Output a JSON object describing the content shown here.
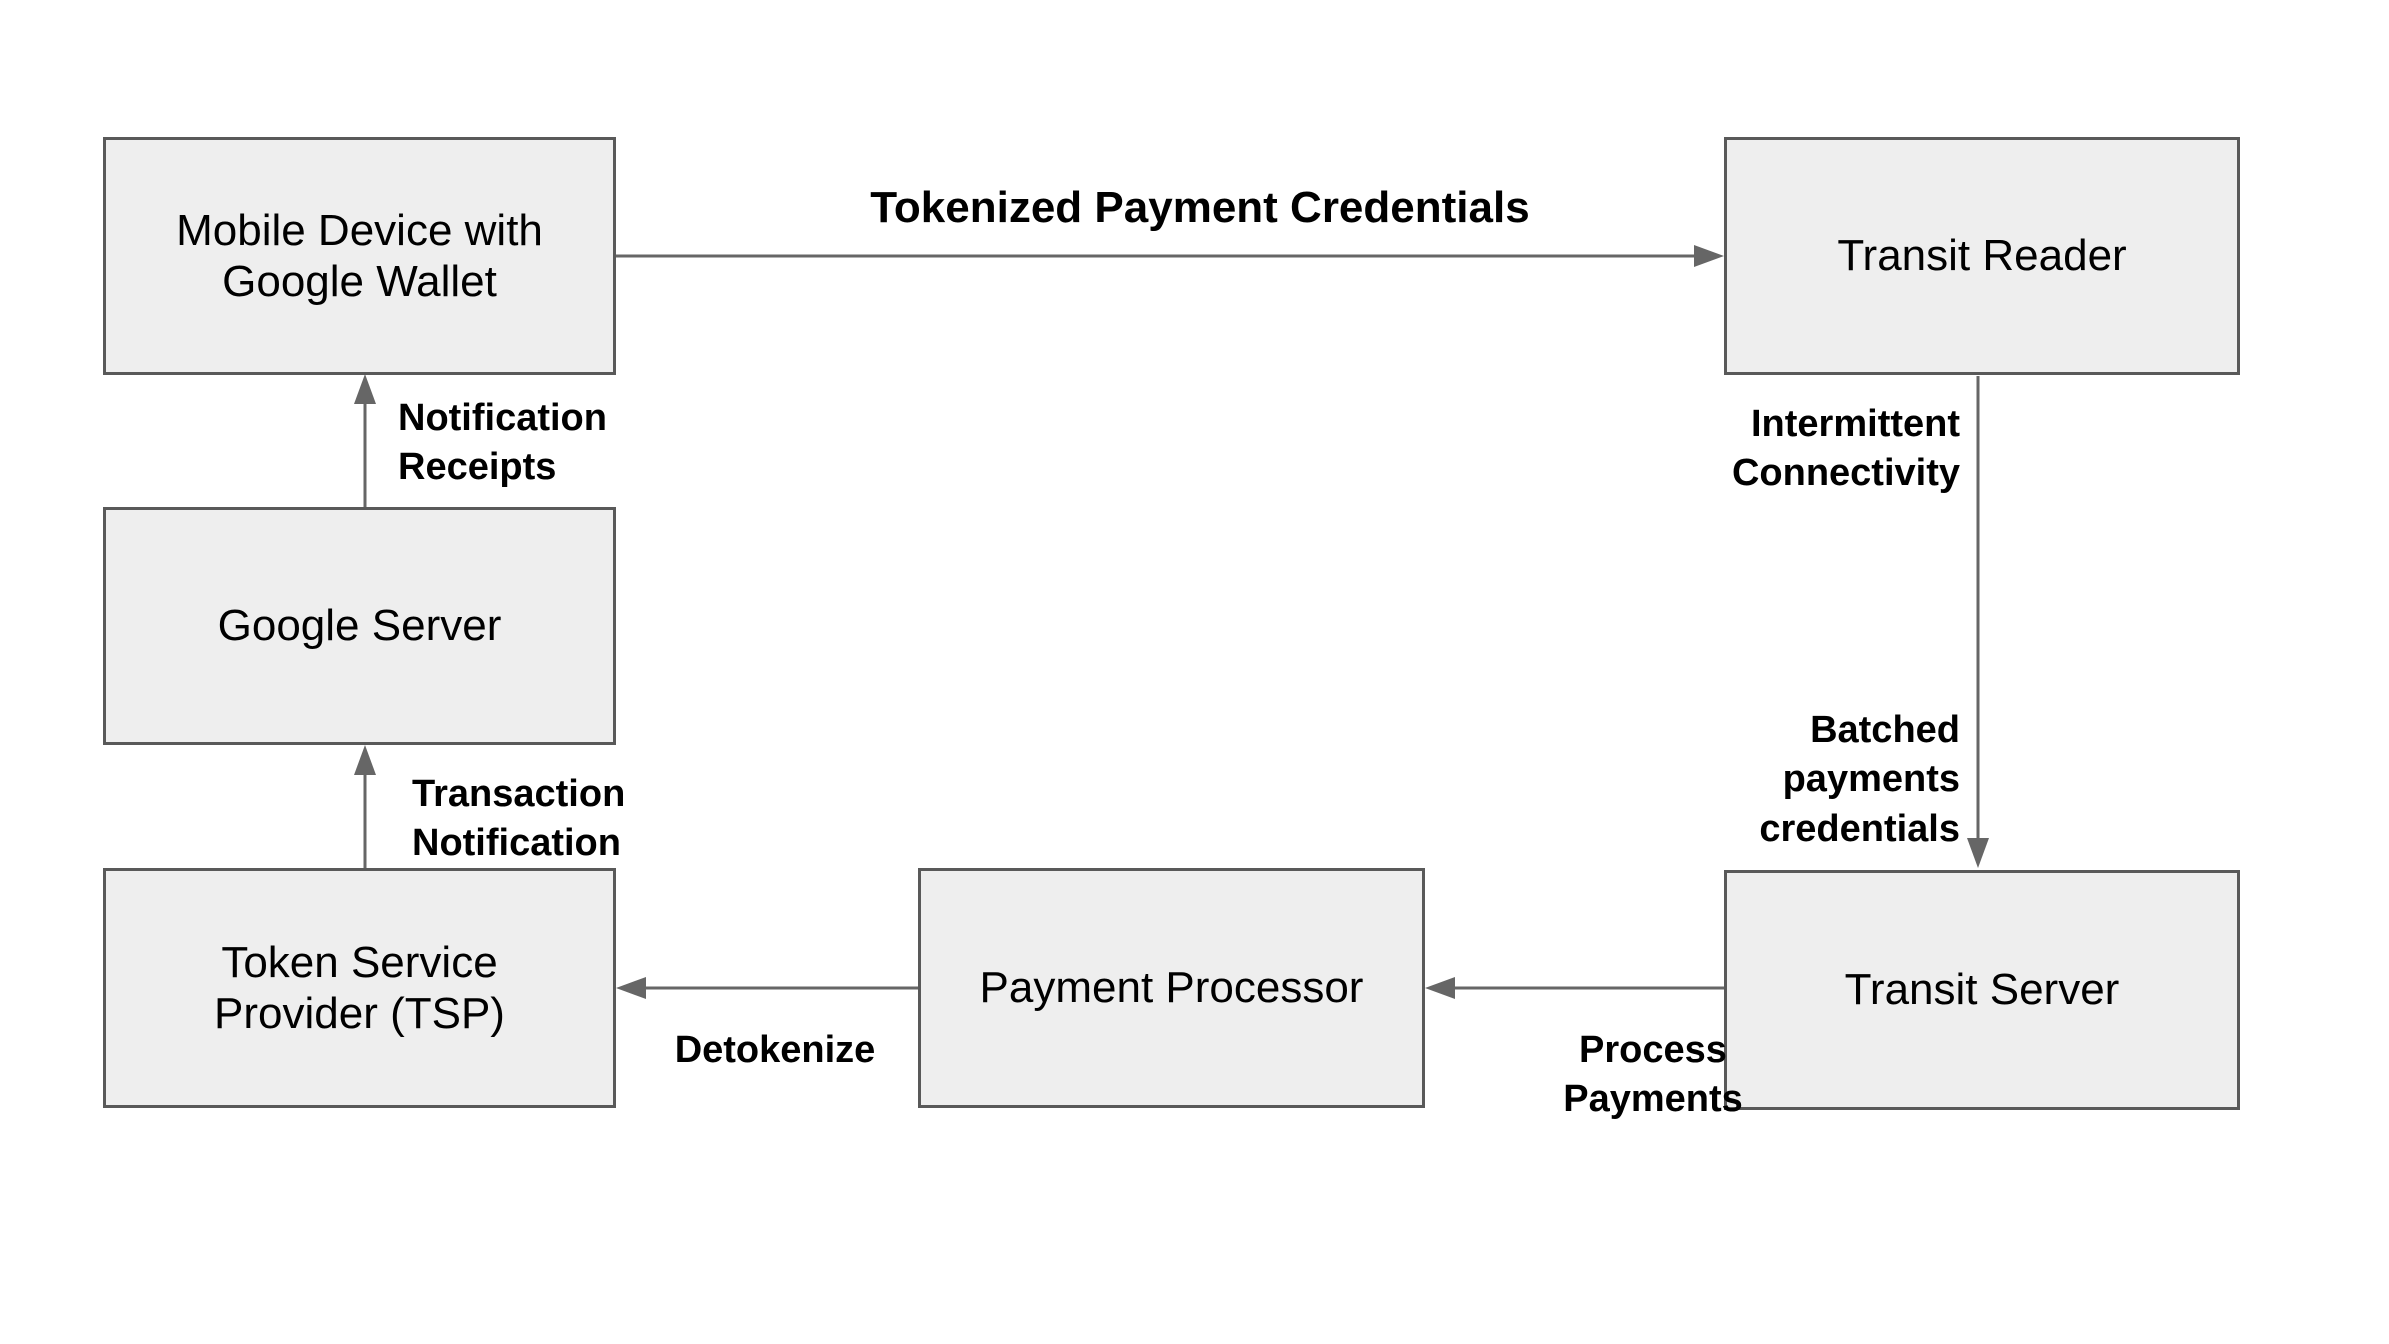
{
  "diagram": {
    "title": "Google Wallet transit payment flow",
    "nodes": {
      "mobile_device": {
        "label": "Mobile Device with\nGoogle Wallet"
      },
      "transit_reader": {
        "label": "Transit Reader"
      },
      "google_server": {
        "label": "Google Server"
      },
      "tsp": {
        "label": "Token Service\nProvider (TSP)"
      },
      "payment_processor": {
        "label": "Payment Processor"
      },
      "transit_server": {
        "label": "Transit Server"
      }
    },
    "edges": {
      "tokenized": {
        "label": "Tokenized Payment Credentials",
        "from": "Mobile Device with Google Wallet",
        "to": "Transit Reader"
      },
      "intermittent": {
        "label": "Intermittent\nConnectivity",
        "from": "Transit Reader",
        "to": "Transit Server"
      },
      "batched": {
        "label": "Batched\npayments\ncredentials",
        "from": "Transit Reader",
        "to": "Transit Server"
      },
      "process": {
        "label": "Process\nPayments",
        "from": "Transit Server",
        "to": "Payment Processor"
      },
      "detokenize": {
        "label": "Detokenize",
        "from": "Payment Processor",
        "to": "Token Service Provider (TSP)"
      },
      "transaction": {
        "label": "Transaction\nNotification",
        "from": "Token Service Provider (TSP)",
        "to": "Google Server"
      },
      "receipts": {
        "label": "Notification\nReceipts",
        "from": "Google Server",
        "to": "Mobile Device with Google Wallet"
      }
    },
    "colors": {
      "background": "#ffffff",
      "node_fill": "#eeeeee",
      "node_border": "#595959",
      "arrow": "#666666",
      "text": "#000000"
    }
  }
}
